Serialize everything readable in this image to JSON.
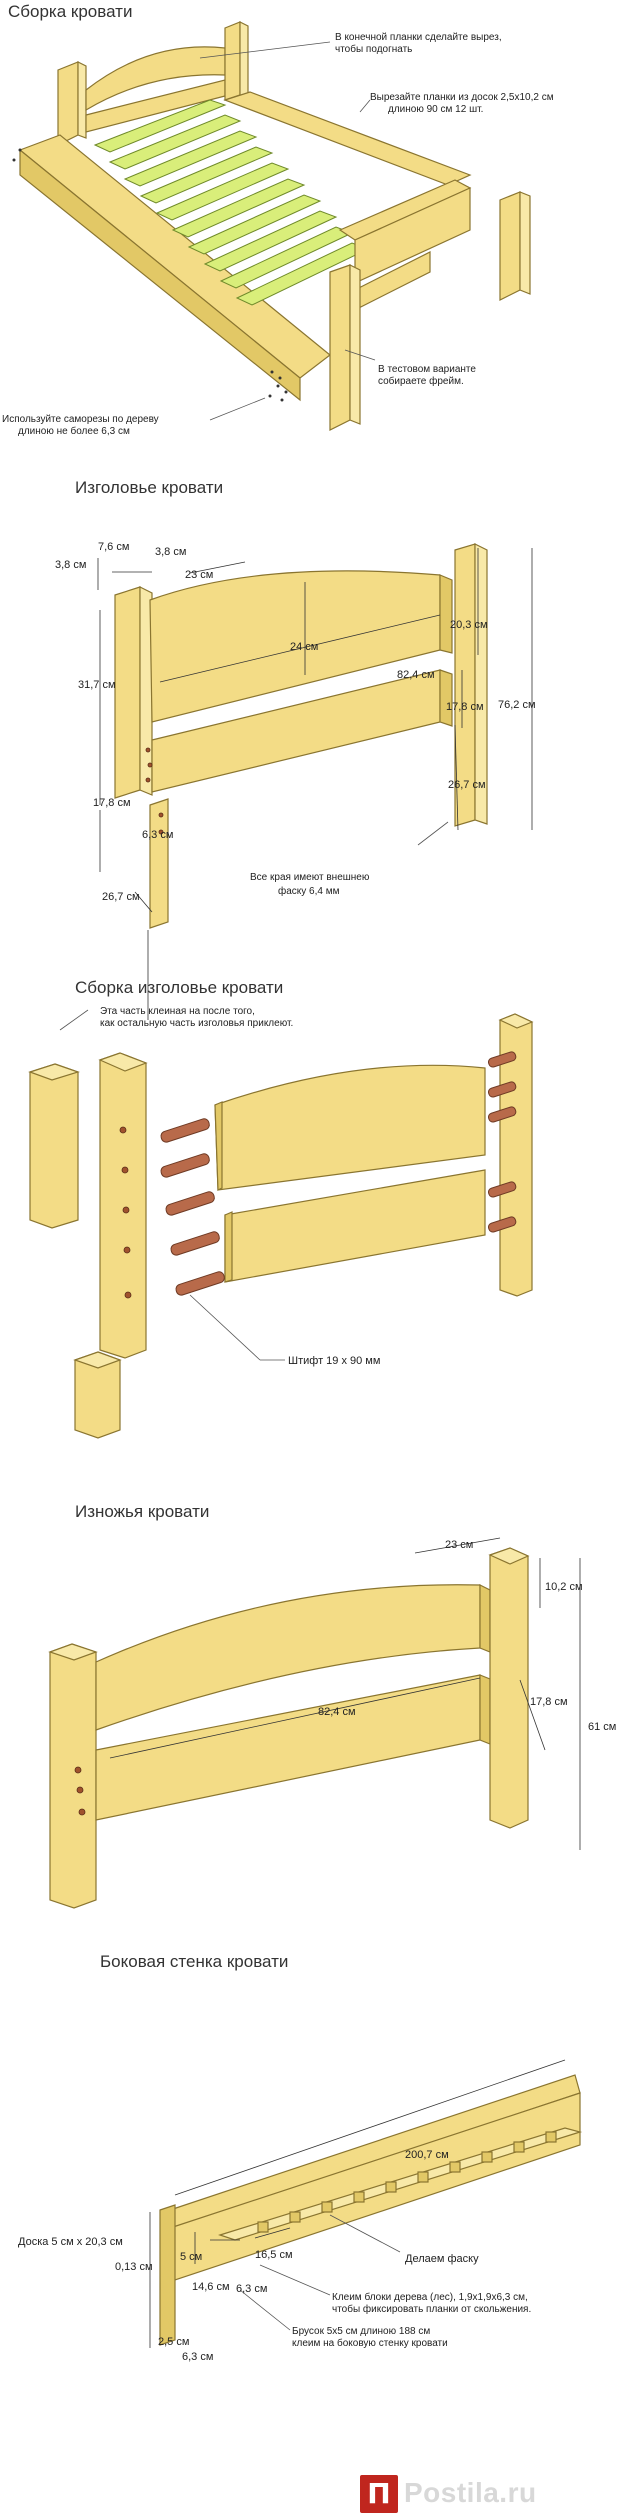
{
  "sections": [
    {
      "title": "Сборка кровати",
      "notes": {
        "cutout": [
          "В конечной планки сделайте вырез,",
          "чтобы подогнать"
        ],
        "slats": [
          "Вырезайте планки из досок 2,5x10,2 см",
          "длиною 90 см 12 шт."
        ],
        "test": [
          "В тестовом варианте",
          "собираете фрейм."
        ],
        "screws": [
          "Используйте саморезы по дереву",
          "длиною не более 6,3 см"
        ]
      }
    },
    {
      "title": "Изголовье кровати",
      "dims": {
        "d76a": "7,6 см",
        "d38a": "3,8 см",
        "d38b": "3,8 см",
        "d23": "23 см",
        "d24": "24 см",
        "d203": "20,3 см",
        "d317": "31,7 см",
        "d824": "82,4 см",
        "d178a": "17,8 см",
        "d762": "76,2 см",
        "d178b": "17,8 см",
        "d63": "6,3 см",
        "d267a": "26,7 см",
        "d267b": "26,7 см"
      },
      "note": [
        "Все края имеют внешнею",
        "фаску 6,4 мм"
      ]
    },
    {
      "title": "Сборка изголовье кровати",
      "note": [
        "Эта часть клеиная на после того,",
        "как остальную часть изголовья приклеют."
      ],
      "dowel": "Штифт 19 х 90 мм"
    },
    {
      "title": "Изножья кровати",
      "dims": {
        "d23": "23 см",
        "d102": "10,2 см",
        "d824": "82,4 см",
        "d178": "17,8 см",
        "d61": "61 см"
      }
    },
    {
      "title": "Боковая стенка кровати",
      "dims": {
        "d2007": "200,7 см",
        "board": "Доска 5 см x 20,3 см",
        "d013": "0,13 см",
        "d5": "5 см",
        "d165": "16,5 см",
        "d146": "14,6 см",
        "d63a": "6,3 см",
        "d25": "2,5 см",
        "d63b": "6,3 см",
        "chamfer": "Делаем фаску"
      },
      "notes": {
        "blocks": [
          "Клеим блоки дерева (лес), 1,9x1,9x6,3 см,",
          "чтобы фиксировать планки от скольжения."
        ],
        "bar": [
          "Брусок 5x5 см длиною 188 см",
          "клеим на боковую стенку кровати"
        ]
      }
    }
  ],
  "watermark": {
    "icon": "П",
    "text": "Postila.ru"
  }
}
